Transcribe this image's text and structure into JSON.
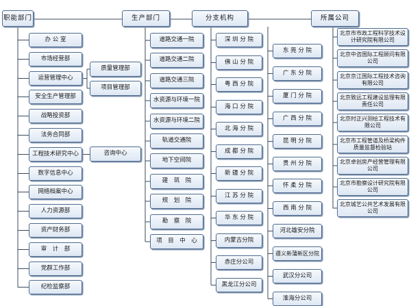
{
  "columns": {
    "functional": {
      "title": "职能部门",
      "items": [
        "办 公 室",
        "市场经营部",
        "运营管理中心",
        "安全生产管理部",
        "战略投资部",
        "法务合同部",
        "工程技术研究中心",
        "数字信息中心",
        "网络档案中心",
        "人力资源部",
        "资产财务部",
        "审　计　部",
        "党群工作部",
        "纪检监察部"
      ]
    },
    "operations": {
      "items": [
        "质量管理部",
        "项目管理部",
        "咨询中心"
      ]
    },
    "production": {
      "title": "生产部门",
      "items": [
        "道路交通一院",
        "道路交通二院",
        "道路交通三院",
        "水资源与环境一院",
        "水资源与环境二院",
        "轨道交通院",
        "地下空间院",
        "建　筑　院",
        "规　划　院",
        "勘　察　院",
        "项　目　中　心"
      ]
    },
    "branches": {
      "title": "分支机构",
      "left": [
        "深 圳 分 院",
        "佛 山 分 院",
        "粤 西 分 院",
        "海 口 分 院",
        "北 海 分 院",
        "成 都 分 院",
        "新 疆 分 院",
        "江 苏 分 院",
        "华 东 分 院",
        "内蒙古分院",
        "赤庄分公司",
        "黑龙江分公司"
      ],
      "right": [
        "东 莞 分 院",
        "广 东 分 院",
        "厦 门 分 院",
        "广 西 分 院",
        "昆 明 分 院",
        "贵 州 分 院",
        "怀 柔 分 院",
        "西 南 分 院",
        "河北雄安分院",
        "遵义新蒲新区分院",
        "武汉分公司",
        "淮海分公司"
      ]
    },
    "affiliates": {
      "title": "所属公司",
      "items": [
        "北京市市政工程科学技术设计研究院有限公司",
        "北京中咨国际工程顾问有限公司",
        "北京京江国际工程技术咨询有限公司",
        "北京致远工程建设监理有限责任公司",
        "北京时正兴测绘工程技术有限公司",
        "北京市工程管道及桥梁构件质量监督检验站",
        "北京卓创房产经营管理有限公司",
        "北京市勘察设计研究院有限公司",
        "北京城艺公共艺术发展有限公司"
      ]
    }
  }
}
